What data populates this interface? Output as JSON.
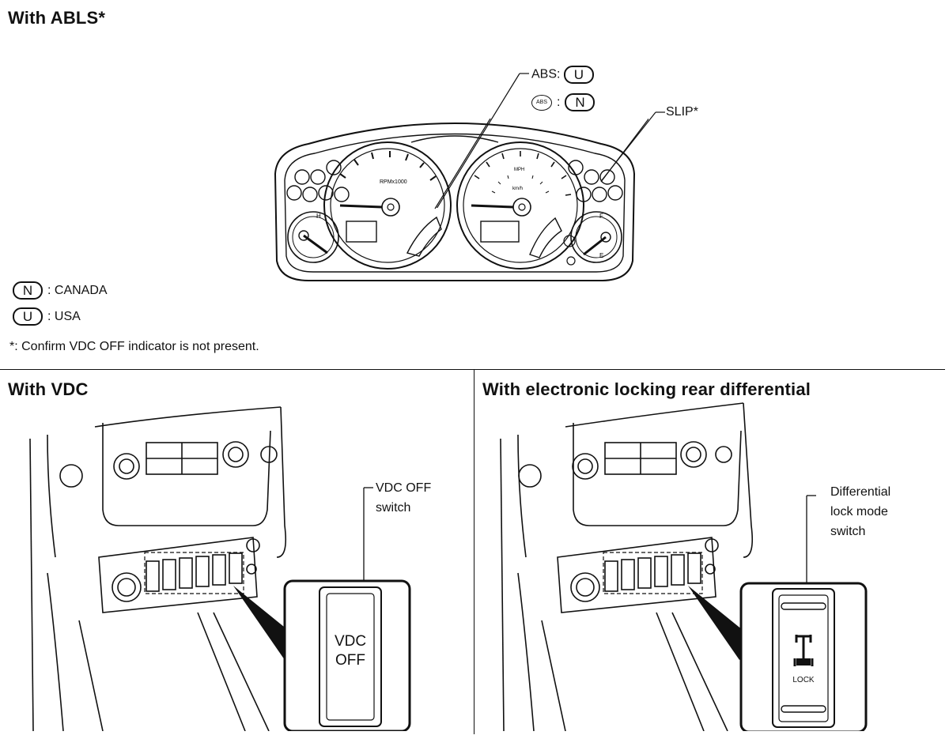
{
  "sections": {
    "abls": {
      "title": "With ABLS*",
      "callouts": {
        "abs_label": "ABS:",
        "abs_code": "U",
        "abs_icon_text": "ABS",
        "abs_icon_code": "N",
        "slip": "SLIP*"
      },
      "gauges": {
        "tach_label": "RPMx1000",
        "speedo_top": "MPH",
        "speedo_bottom": "km/h",
        "temp_h": "H",
        "fuel_f": "F",
        "fuel_e": "E"
      },
      "legend": [
        {
          "code": "N",
          "text": ": CANADA"
        },
        {
          "code": "U",
          "text": ": USA"
        }
      ],
      "footnote": "*: Confirm VDC OFF indicator is not present."
    },
    "vdc": {
      "title": "With VDC",
      "callout_line1": "VDC OFF",
      "callout_line2": "switch",
      "switch_line1": "VDC",
      "switch_line2": "OFF"
    },
    "diff": {
      "title": "With electronic locking rear differential",
      "callout_line1": "Differential",
      "callout_line2": "lock mode",
      "callout_line3": "switch",
      "switch_label": "LOCK"
    }
  }
}
